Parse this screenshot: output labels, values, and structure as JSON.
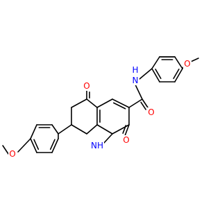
{
  "molecule": {
    "colors": {
      "bond": "#000000",
      "oxygen": "#ff0000",
      "nitrogen": "#0000ff",
      "background": "#ffffff"
    },
    "atom_labels": {
      "o_methoxy_right": "O",
      "o_ketone": "O",
      "nh_amide": "N",
      "h_amide": "H",
      "o_amide": "O",
      "o_lactam": "O",
      "nh_ring": "NH",
      "o_methoxy_left": "O"
    }
  }
}
